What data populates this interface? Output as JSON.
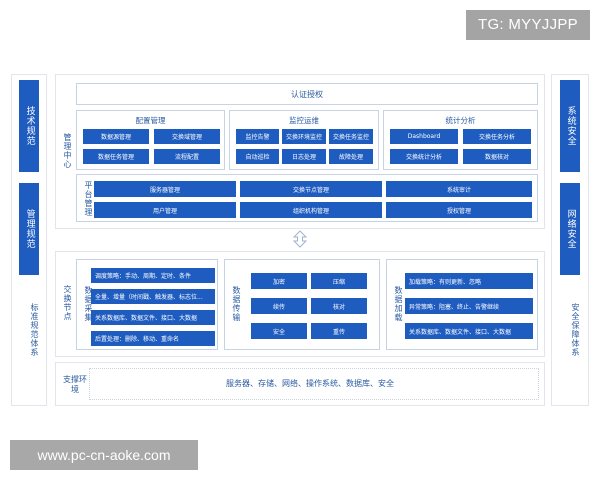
{
  "watermarks": {
    "top": "TG: MYYJJPP",
    "bottom": "www.pc-cn-aoke.com"
  },
  "left_sidebar": {
    "tech_spec": "技术规范",
    "mgmt_spec": "管理规范",
    "standard_system": "标准规范体系"
  },
  "right_sidebar": {
    "system_security": "系统安全",
    "network_security": "网络安全",
    "security_system": "安全保障体系"
  },
  "management_center": {
    "label": "管理中心",
    "auth": "认证授权",
    "config": {
      "title": "配置管理",
      "items": [
        "数据源管理",
        "交换域管理",
        "数据任务管理",
        "流程配置"
      ]
    },
    "monitor": {
      "title": "监控运维",
      "items": [
        "监控告警",
        "交换环境监控",
        "交换任务监控",
        "自动巡检",
        "日志处理",
        "故障处理"
      ]
    },
    "stats": {
      "title": "统计分析",
      "items": [
        "Dashboard",
        "交换任务分析",
        "交换统计分析",
        "数据核对"
      ]
    },
    "platform": {
      "label": "平台管理",
      "items": [
        "服务器管理",
        "交换节点管理",
        "系统审计",
        "用户管理",
        "组织机构管理",
        "授权管理"
      ]
    }
  },
  "exchange_node": {
    "label": "交换节点",
    "collect": {
      "label": "数据采集",
      "items": [
        "调度策略：手动、周期、定时、条件",
        "全量、增量（时间戳、触发器、标志位...",
        "关系数据库、数据文件、接口、大数据",
        "后置处理：删除、移动、重命名"
      ]
    },
    "transfer": {
      "label": "数据传输",
      "items": [
        "加密",
        "压缩",
        "续传",
        "核对",
        "安全",
        "重传"
      ]
    },
    "load": {
      "label": "数据加载",
      "items": [
        "加载策略：有则更新、忽略",
        "异常策略：阻塞、终止、告警继续",
        "关系数据库、数据文件、接口、大数据"
      ]
    }
  },
  "support": {
    "label": "支撑环境",
    "content": "服务器、存储、网络、操作系统、数据库、安全"
  }
}
